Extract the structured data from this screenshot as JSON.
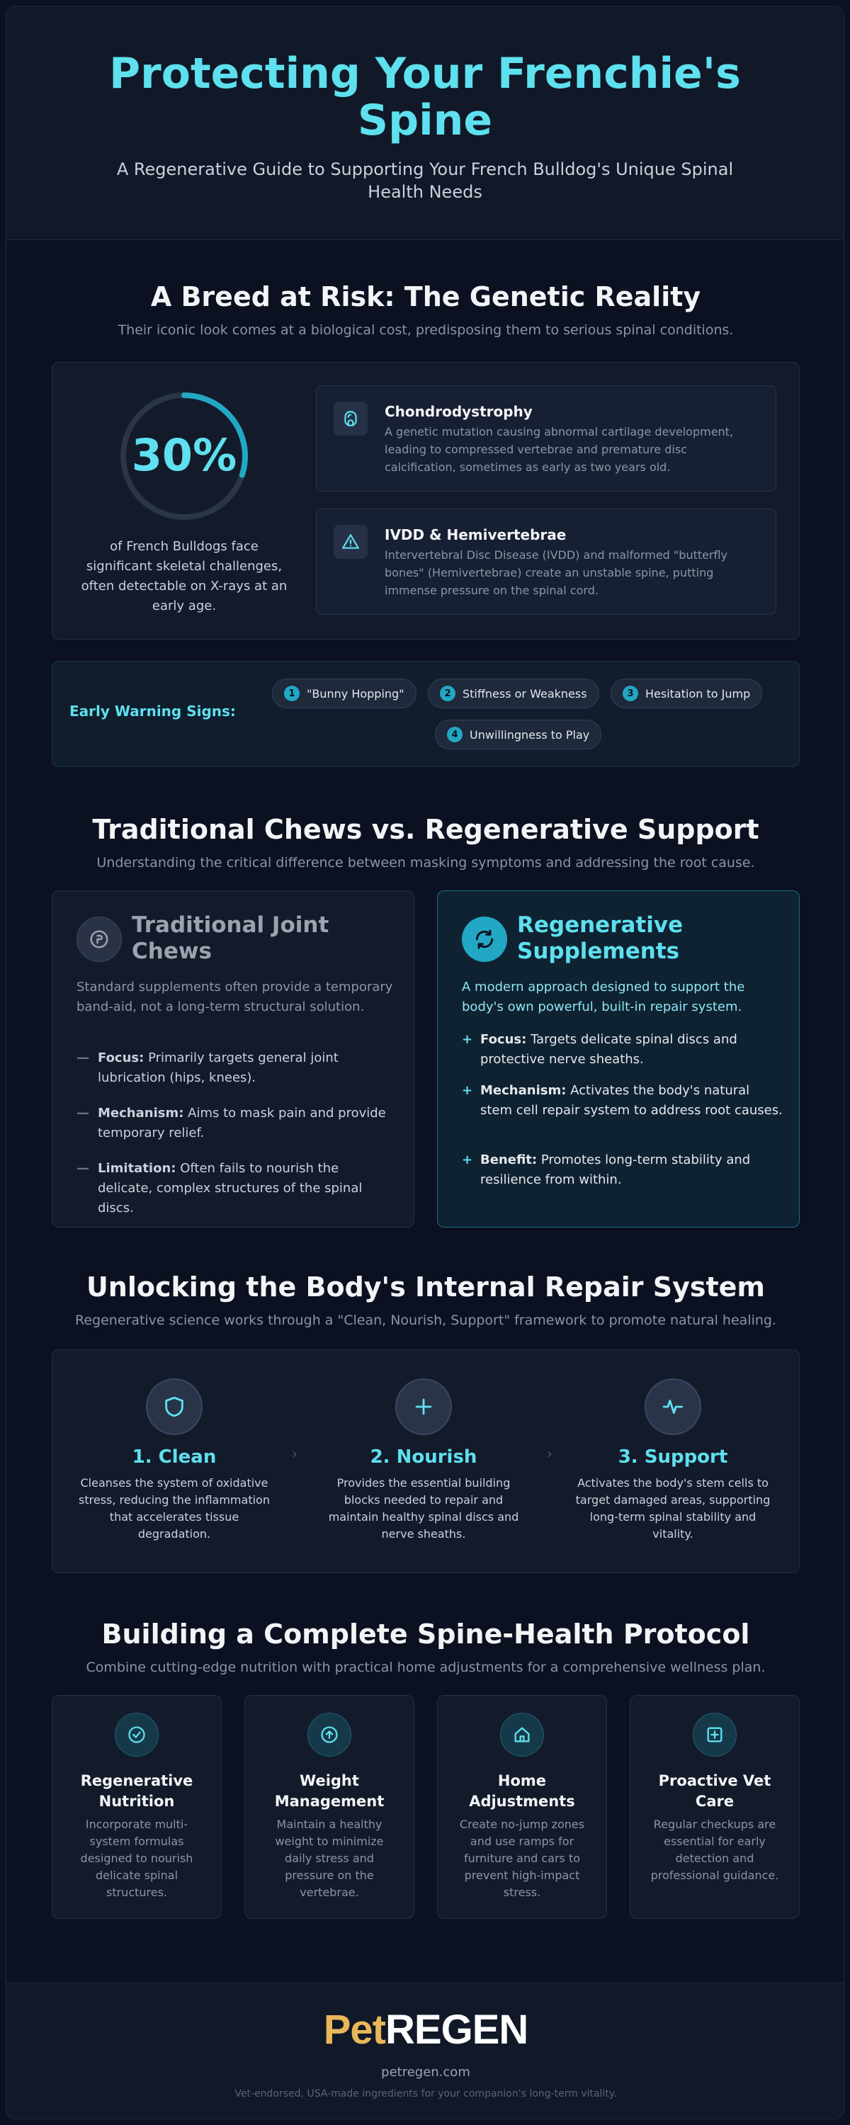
{
  "hero": {
    "title": "Protecting Your Frenchie's Spine",
    "subtitle": "A Regenerative Guide to Supporting Your French Bulldog's Unique Spinal Health Needs"
  },
  "risk": {
    "title": "A Breed at Risk: The Genetic Reality",
    "subtitle": "Their iconic look comes at a biological cost, predisposing them to serious spinal conditions.",
    "stat_value": "30%",
    "stat_fraction": 0.3,
    "stat_caption": "of French Bulldogs face significant skeletal challenges, often detectable on X-rays at an early age.",
    "conditions": [
      {
        "icon": "dna-icon",
        "title": "Chondrodystrophy",
        "text": "A genetic mutation causing abnormal cartilage development, leading to compressed vertebrae and premature disc calcification, sometimes as early as two years old."
      },
      {
        "icon": "warning-icon",
        "title": "IVDD & Hemivertebrae",
        "text": "Intervertebral Disc Disease (IVDD) and malformed \"butterfly bones\" (Hemivertebrae) create an unstable spine, putting immense pressure on the spinal cord."
      }
    ]
  },
  "warning": {
    "label": "Early Warning Signs:",
    "signs": [
      {
        "num": "1",
        "text": "\"Bunny Hopping\""
      },
      {
        "num": "2",
        "text": "Stiffness or Weakness"
      },
      {
        "num": "3",
        "text": "Hesitation to Jump"
      },
      {
        "num": "4",
        "text": "Unwillingness to Play"
      }
    ]
  },
  "compare": {
    "title": "Traditional Chews vs. Regenerative Support",
    "subtitle": "Understanding the critical difference between masking symptoms and addressing the root cause.",
    "traditional": {
      "title": "Traditional Joint Chews",
      "intro": "Standard supplements often provide a temporary band-aid, not a long-term structural solution.",
      "marker": "—",
      "points": [
        {
          "label": "Focus:",
          "text": "Primarily targets general joint lubrication (hips, knees)."
        },
        {
          "label": "Mechanism:",
          "text": "Aims to mask pain and provide temporary relief."
        },
        {
          "label": "Limitation:",
          "text": "Often fails to nourish the delicate, complex structures of the spinal discs."
        }
      ]
    },
    "regenerative": {
      "title": "Regenerative Supplements",
      "intro": "A modern approach designed to support the body's own powerful, built-in repair system.",
      "marker": "+",
      "points": [
        {
          "label": "Focus:",
          "text": "Targets delicate spinal discs and protective nerve sheaths."
        },
        {
          "label": "Mechanism:",
          "text": "Activates the body's natural stem cell repair system to address root causes."
        },
        {
          "label": "Benefit:",
          "text": "Promotes long-term stability and resilience from within."
        }
      ]
    }
  },
  "repair": {
    "title": "Unlocking the Body's Internal Repair System",
    "subtitle": "Regenerative science works through a \"Clean, Nourish, Support\" framework to promote natural healing.",
    "steps": [
      {
        "title": "1. Clean",
        "text": "Cleanses the system of oxidative stress, reducing the inflammation that accelerates tissue degradation."
      },
      {
        "title": "2. Nourish",
        "text": "Provides the essential building blocks needed to repair and maintain healthy spinal discs and nerve sheaths."
      },
      {
        "title": "3. Support",
        "text": "Activates the body's stem cells to target damaged areas, supporting long-term spinal stability and vitality."
      }
    ],
    "arrow": "›"
  },
  "protocol": {
    "title": "Building a Complete Spine-Health Protocol",
    "subtitle": "Combine cutting-edge nutrition with practical home adjustments for a comprehensive wellness plan.",
    "items": [
      {
        "title": "Regenerative Nutrition",
        "text": "Incorporate multi-system formulas designed to nourish delicate spinal structures."
      },
      {
        "title": "Weight Management",
        "text": "Maintain a healthy weight to minimize daily stress and pressure on the vertebrae."
      },
      {
        "title": "Home Adjustments",
        "text": "Create no-jump zones and use ramps for furniture and cars to prevent high-impact stress."
      },
      {
        "title": "Proactive Vet Care",
        "text": "Regular checkups are essential for early detection and professional guidance."
      }
    ]
  },
  "footer": {
    "logo_part1": "Pet",
    "logo_part2": "REGEN",
    "url": "petregen.com",
    "tagline": "Vet-endorsed, USA-made ingredients for your companion's long-term vitality."
  },
  "colors": {
    "accent": "#5ee0ee",
    "accent_dark": "#22a7c4",
    "logo_gold": "#e8b75a",
    "background": "#0b1120"
  }
}
